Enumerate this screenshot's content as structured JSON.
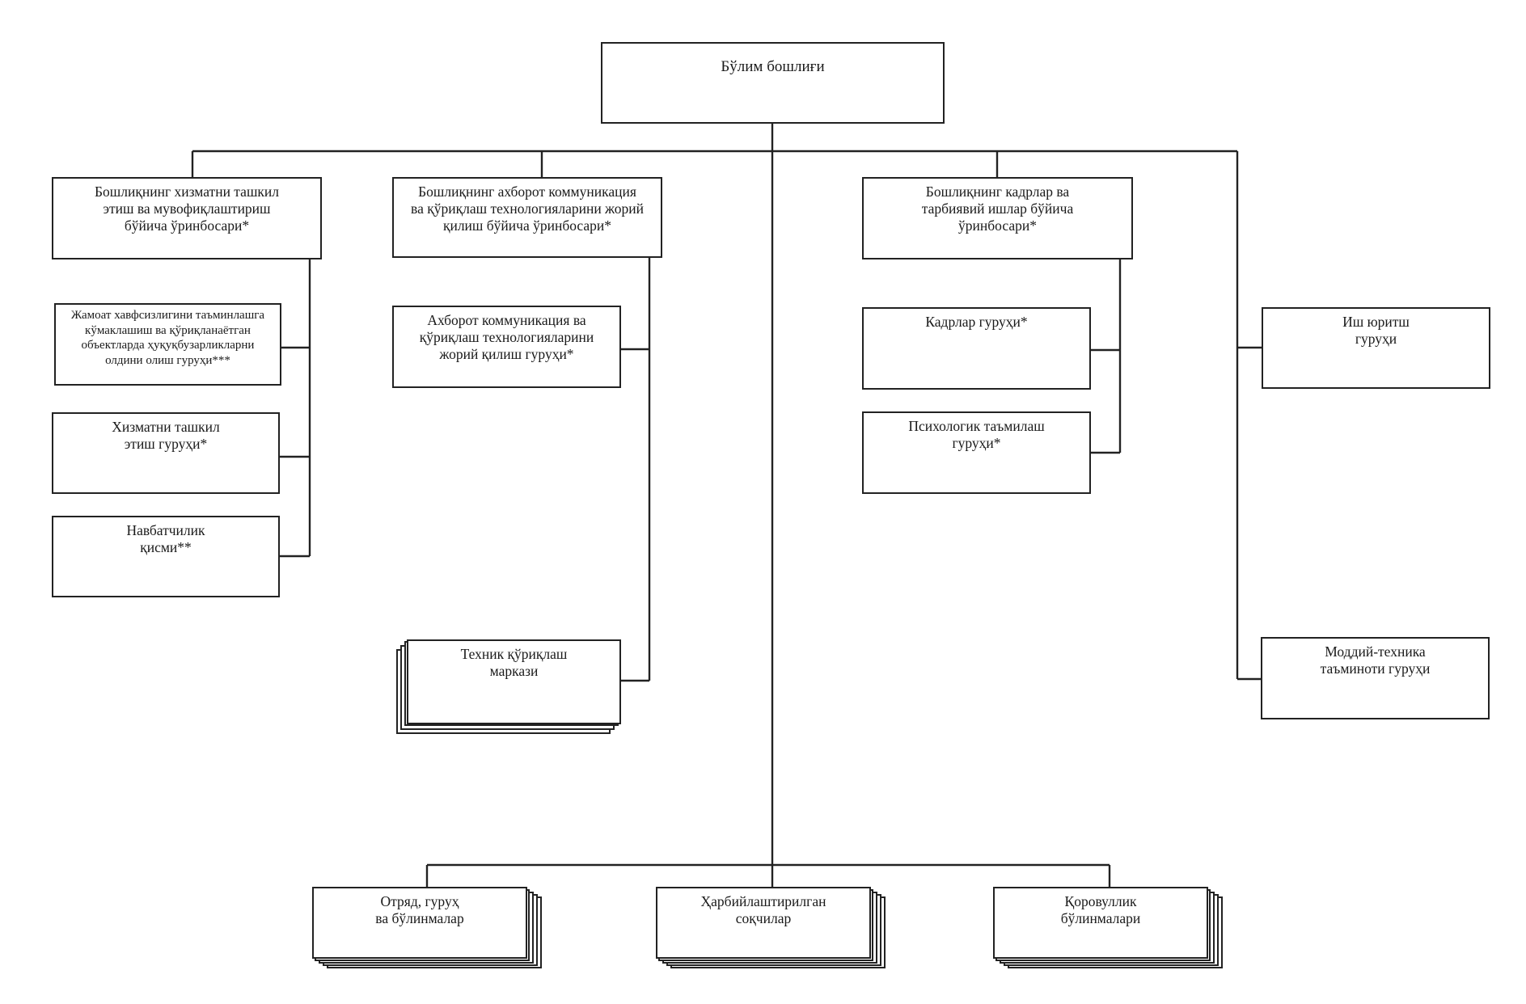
{
  "head": "Бўлим бошлиғи",
  "deputies": {
    "service": "Бошлиқнинг хизматни ташкил\nэтиш ва мувофиқлаштириш\nбўйича ўринбосари*",
    "it": "Бошлиқнинг ахборот коммуникация\nва қўриқлаш технологияларини жорий\nқилиш бўйича ўринбосари*",
    "personnel": "Бошлиқнинг кадрлар ва\nтарбиявий ишлар бўйича\nўринбосари*"
  },
  "groups": {
    "public_safety": "Жамоат хавфсизлигини таъминлашга\nкўмаклашиш ва қўриқланаётган\nобъектларда ҳуқуқбузарликларни\nолдини олиш гуруҳи***",
    "service_org": "Хизматни ташкил\nэтиш гуруҳи*",
    "duty": "Навбатчилик\nқисми**",
    "it_group": "Ахборот коммуникация ва\nқўриқлаш технологияларини\nжорий қилиш гуруҳи*",
    "tech_center": "Техник қўриқлаш\nмаркази",
    "personnel_group": "Кадрлар гуруҳи*",
    "psych": "Психологик таъмилаш\nгуруҳи*",
    "office": "Иш юритш\nгуруҳи",
    "logistics": "Моддий-техника\nтаъминоти гуруҳи"
  },
  "units": {
    "detachment": "Отряд, гуруҳ\nва бўлинмалар",
    "militarized": "Ҳарбийлаштирилган\nсоқчилар",
    "guard": "Қоровуллик\nбўлинмалари"
  }
}
